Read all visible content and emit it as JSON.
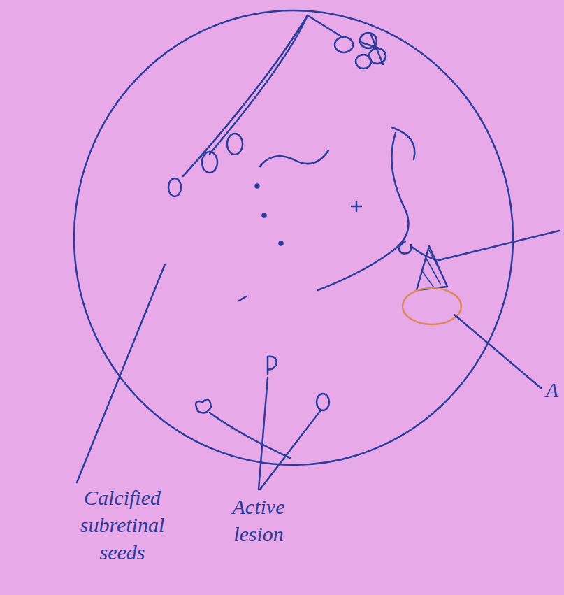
{
  "diagram": {
    "labels": [
      "Calcified subretinal seeds",
      "Active lesion",
      "A"
    ]
  }
}
